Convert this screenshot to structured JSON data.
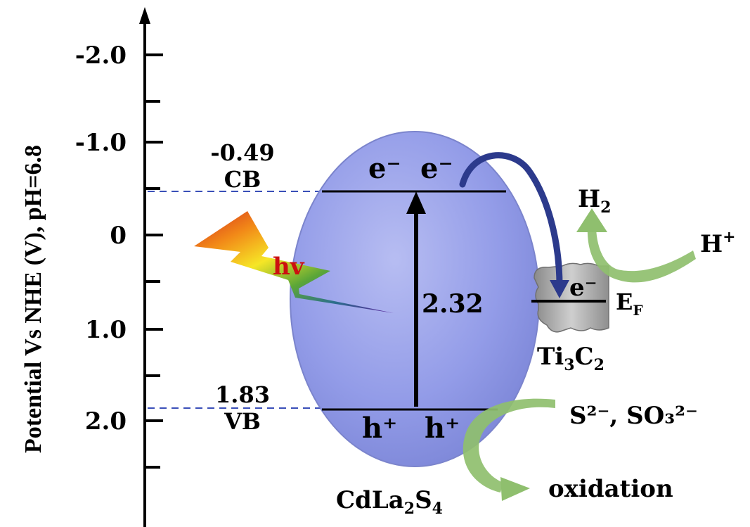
{
  "axis": {
    "title": "Potential Vs NHE (V), pH=6.8",
    "tick_labels": [
      "-2.0",
      "-1.0",
      "0",
      "1.0",
      "2.0"
    ]
  },
  "levels": {
    "cb_value": "-0.49",
    "cb_label": "CB",
    "vb_value": "1.83",
    "vb_label": "VB",
    "band_gap": "2.32"
  },
  "carriers": {
    "electron_1": "e⁻",
    "electron_2": "e⁻",
    "electron_ef": "e⁻",
    "hole_1": "h⁺",
    "hole_2": "h⁺"
  },
  "light": {
    "label": "hv"
  },
  "materials": {
    "semiconductor": {
      "base": "CdLa",
      "sub1": "2",
      "mid": "S",
      "sub2": "4"
    },
    "cocatalyst": {
      "base": "Ti",
      "sub1": "3",
      "mid": "C",
      "sub2": "2"
    },
    "fermi_base": "E",
    "fermi_sub": "F"
  },
  "reactions": {
    "h2_base": "H",
    "h2_sub": "2",
    "hplus_base": "H",
    "hplus_sup": "+",
    "sacrificial": "S²⁻, SO₃²⁻",
    "oxidation": "oxidation"
  },
  "colors": {
    "ellipse_fill": "#8f99e6",
    "ellipse_edge": "#7b84cc",
    "transfer_arrow": "#2c3a8c",
    "reaction_arrow": "#8fbf6e",
    "dashed_line": "#3a4fb8",
    "ti3c2": "#a9a9a9"
  }
}
